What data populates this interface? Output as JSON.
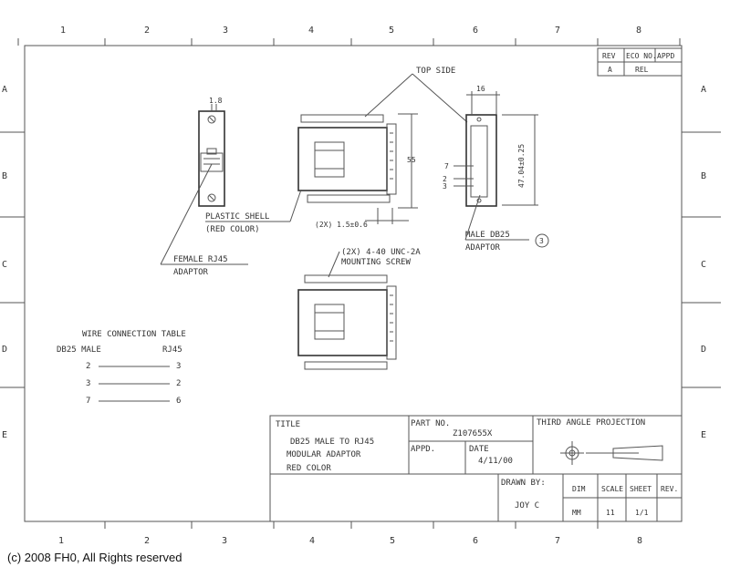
{
  "border": {
    "col_labels": [
      "1",
      "2",
      "3",
      "4",
      "5",
      "6",
      "7",
      "8"
    ],
    "row_labels": [
      "A",
      "B",
      "C",
      "D",
      "E"
    ]
  },
  "revision_block": {
    "headers": [
      "REV",
      "ECO NO.",
      "APPD"
    ],
    "values": [
      "A",
      "REL",
      ""
    ]
  },
  "views": {
    "rj45_dim": "1.8",
    "top_side_label": "TOP SIDE",
    "dim_16": "16",
    "dim_55": "55",
    "dim_47": "47.04±0.25",
    "pin_7": "7",
    "pin_2": "2",
    "pin_3": "3",
    "shell_label_1": "PLASTIC SHELL",
    "shell_label_2": "(RED COLOR)",
    "dim_15": "(2X) 1.5±0.6",
    "male_db25_1": "MALE DB25",
    "male_db25_2": "ADAPTOR",
    "balloon": "3",
    "female_rj45_1": "FEMALE RJ45",
    "female_rj45_2": "ADAPTOR",
    "screw_1": "(2X) 4-40 UNC-2A",
    "screw_2": "MOUNTING SCREW"
  },
  "wire_table": {
    "title": "WIRE CONNECTION TABLE",
    "col_db25": "DB25 MALE",
    "col_rj45": "RJ45",
    "rows": [
      {
        "db25": "2",
        "rj45": "3"
      },
      {
        "db25": "3",
        "rj45": "2"
      },
      {
        "db25": "7",
        "rj45": "6"
      }
    ]
  },
  "title_block": {
    "title_label": "TITLE",
    "title_line1": "DB25 MALE TO RJ45",
    "title_line2": "MODULAR ADAPTOR",
    "title_line3": "RED COLOR",
    "part_no_label": "PART NO.",
    "part_no": "Z107655X",
    "appd_label": "APPD.",
    "date_label": "DATE",
    "date": "4/11/00",
    "projection": "THIRD ANGLE PROJECTION",
    "drawn_by_label": "DRAWN BY:",
    "drawn_by": "JOY C",
    "dim_label": "DIM",
    "dim_value": "MM",
    "scale_label": "SCALE",
    "scale_value": "11",
    "sheet_label": "SHEET",
    "sheet_value": "1/1",
    "rev_label": "REV."
  },
  "copyright": "(c) 2008 FH0, All Rights reserved"
}
